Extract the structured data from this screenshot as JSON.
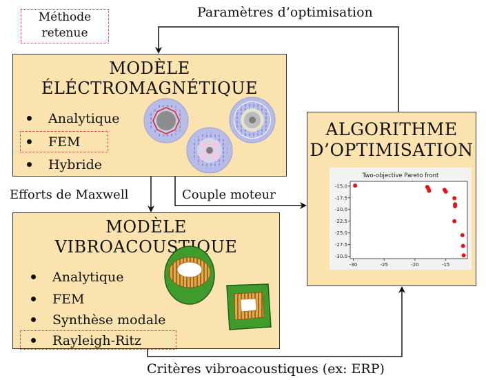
{
  "legend": {
    "line1": "Méthode",
    "line2": "retenue",
    "border_color": "#e0323c"
  },
  "em_model": {
    "title_line1": "MODÈLE",
    "title_line2": "ÉLÉCTROMAGNÉTIQUE",
    "items": [
      "Analytique",
      "FEM",
      "Hybride"
    ],
    "selected": "FEM"
  },
  "vibro_model": {
    "title_line1": "MODÈLE",
    "title_line2": "VIBROACOUSTIQUE",
    "items": [
      "Analytique",
      "FEM",
      "Synthèse modale",
      "Rayleigh-Ritz"
    ],
    "selected": "Rayleigh-Ritz"
  },
  "optim": {
    "title_line1": "ALGORITHME",
    "title_line2": "D’OPTIMISATION"
  },
  "edges": {
    "top": "Paramètres d’optimisation",
    "maxwell": "Efforts de Maxwell",
    "couple": "Couple moteur",
    "bottom": "Critères vibroacoustiques (ex: ERP)"
  },
  "chart_data": {
    "type": "scatter",
    "title": "Two-objective Pareto front",
    "xlim": [
      -30.5,
      -11.5
    ],
    "ylim": [
      -30.5,
      -14.0
    ],
    "x_ticks": [
      -30,
      -25,
      -20,
      -15
    ],
    "y_ticks": [
      -15.0,
      -17.5,
      -20.0,
      -22.5,
      -25.0,
      -27.5,
      -30.0
    ],
    "grid": false,
    "points": [
      {
        "x": -29.7,
        "y": -14.9
      },
      {
        "x": -18.0,
        "y": -15.2
      },
      {
        "x": -17.8,
        "y": -15.6
      },
      {
        "x": -17.7,
        "y": -16.0
      },
      {
        "x": -15.2,
        "y": -15.8
      },
      {
        "x": -15.0,
        "y": -16.2
      },
      {
        "x": -13.6,
        "y": -17.6
      },
      {
        "x": -13.5,
        "y": -18.9
      },
      {
        "x": -13.5,
        "y": -19.3
      },
      {
        "x": -13.6,
        "y": -22.5
      },
      {
        "x": -12.3,
        "y": -25.5
      },
      {
        "x": -12.2,
        "y": -27.8
      },
      {
        "x": -12.1,
        "y": -29.8
      }
    ],
    "point_color": "#e8141c"
  }
}
